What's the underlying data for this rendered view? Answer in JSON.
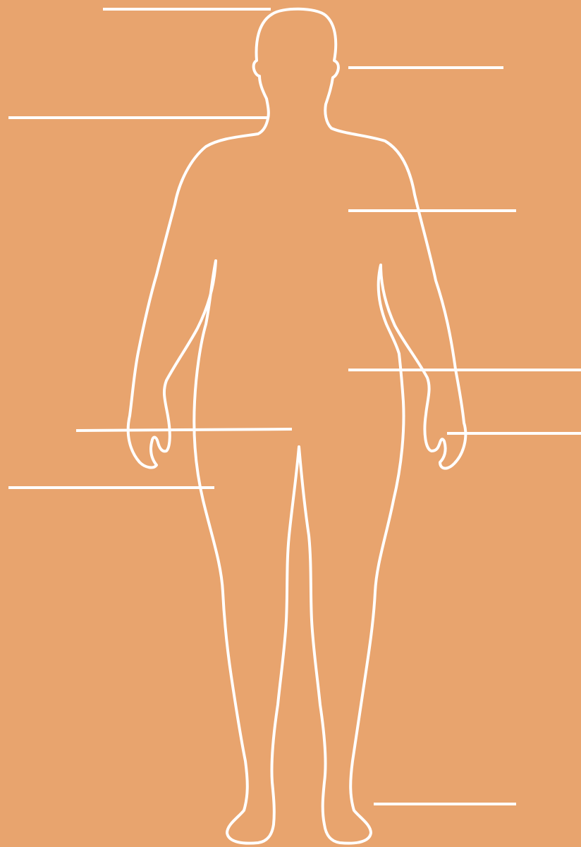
{
  "diagram": {
    "background_color": "#E8A46E",
    "line_color": "#FFFFFF",
    "figure": "human-body-front-outline",
    "label_lines": [
      {
        "name": "label-line-head",
        "side": "left",
        "text": ""
      },
      {
        "name": "label-line-face",
        "side": "right",
        "text": ""
      },
      {
        "name": "label-line-neck",
        "side": "left",
        "text": ""
      },
      {
        "name": "label-line-chest",
        "side": "right",
        "text": ""
      },
      {
        "name": "label-line-hip",
        "side": "right",
        "text": ""
      },
      {
        "name": "label-line-hand-left",
        "side": "left",
        "text": ""
      },
      {
        "name": "label-line-hand-right",
        "side": "right",
        "text": ""
      },
      {
        "name": "label-line-thigh",
        "side": "left",
        "text": ""
      },
      {
        "name": "label-line-foot",
        "side": "right",
        "text": ""
      }
    ]
  }
}
